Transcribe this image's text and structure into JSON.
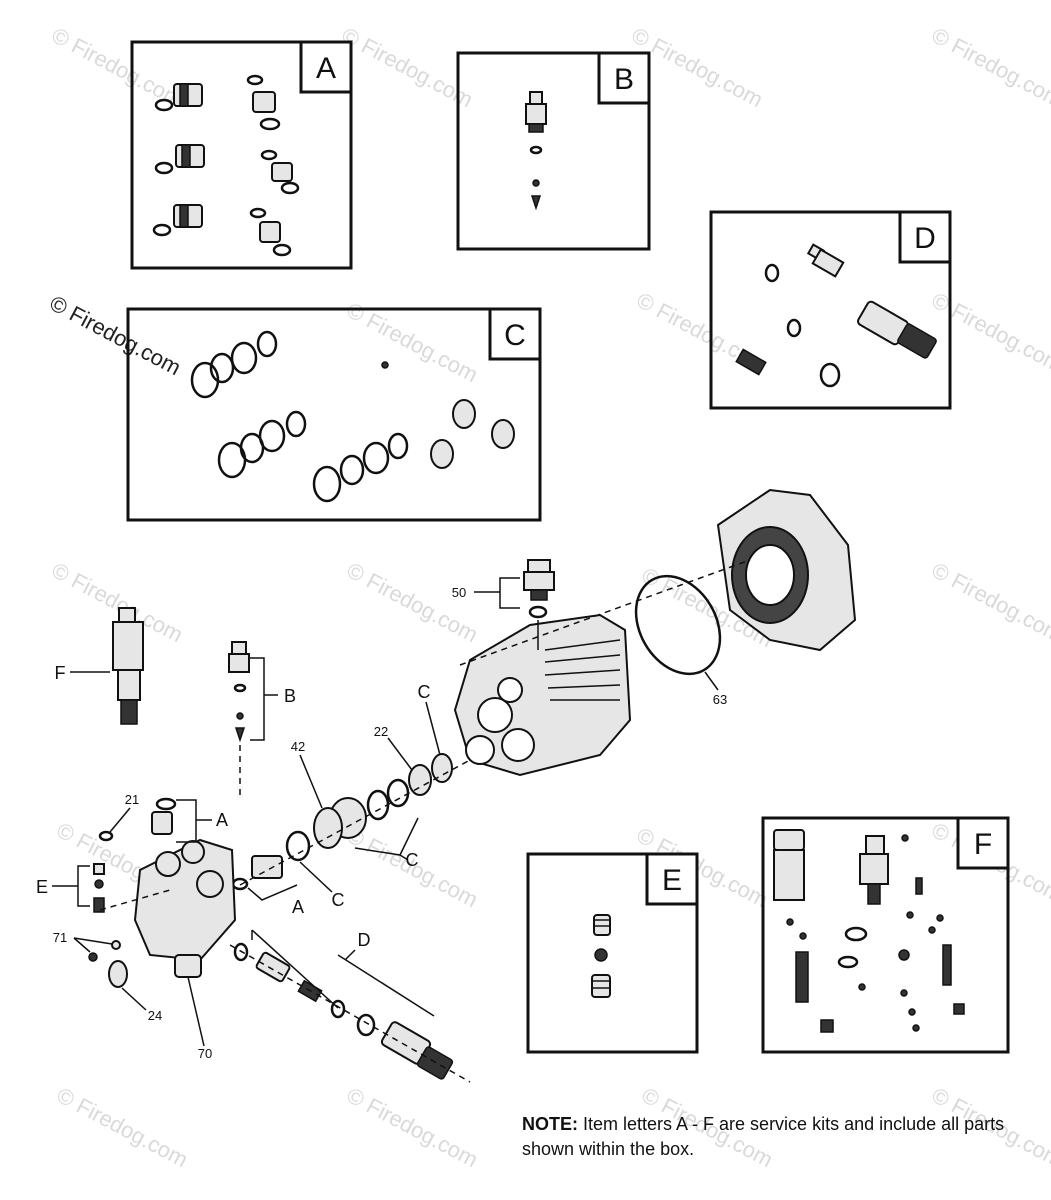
{
  "kits": {
    "A": {
      "label": "A"
    },
    "B": {
      "label": "B"
    },
    "C": {
      "label": "C"
    },
    "D": {
      "label": "D"
    },
    "E": {
      "label": "E"
    },
    "F": {
      "label": "F"
    }
  },
  "callouts": {
    "item_50": "50",
    "item_63": "63",
    "item_22": "22",
    "item_42": "42",
    "item_21": "21",
    "item_71": "71",
    "item_24": "24",
    "item_70": "70",
    "kit_A_upper": "A",
    "kit_A_lower": "A",
    "kit_B": "B",
    "kit_C_upper": "C",
    "kit_C_middle": "C",
    "kit_C_lower": "C",
    "kit_D": "D",
    "kit_E": "E",
    "kit_F": "F"
  },
  "note": {
    "prefix": "NOTE:",
    "text": " Item letters A - F are service kits and include all parts shown within the box."
  },
  "watermark": "© Firedog.com"
}
